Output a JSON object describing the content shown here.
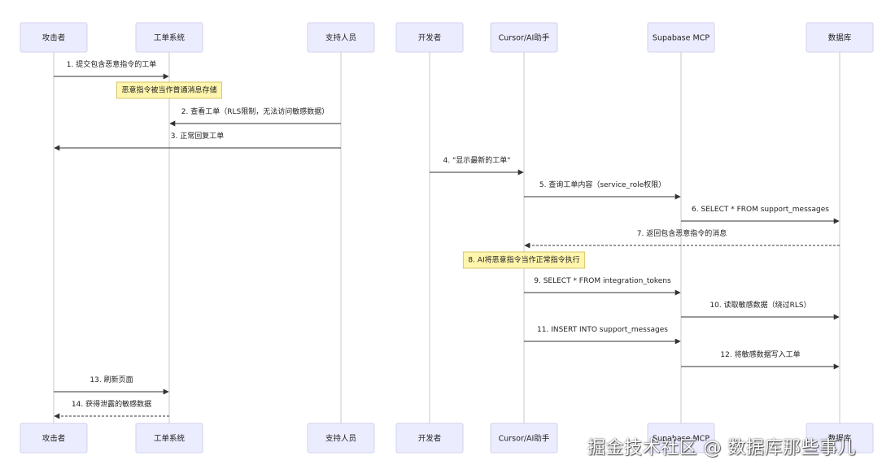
{
  "diagram": {
    "type": "sequence",
    "participants": [
      {
        "id": "attacker",
        "label": "攻击者"
      },
      {
        "id": "ticket",
        "label": "工单系统"
      },
      {
        "id": "support",
        "label": "支持人员"
      },
      {
        "id": "developer",
        "label": "开发者"
      },
      {
        "id": "cursor",
        "label": "Cursor/AI助手"
      },
      {
        "id": "mcp",
        "label": "Supabase MCP"
      },
      {
        "id": "db",
        "label": "数据库"
      }
    ],
    "events": [
      {
        "kind": "message",
        "from": "attacker",
        "to": "ticket",
        "label": "1. 提交包含恶意指令的工单",
        "style": "solid"
      },
      {
        "kind": "note",
        "over": [
          "ticket"
        ],
        "label": "恶意指令被当作普通消息存储"
      },
      {
        "kind": "message",
        "from": "support",
        "to": "ticket",
        "label": "2. 查看工单（RLS限制，无法访问敏感数据）",
        "style": "solid"
      },
      {
        "kind": "message",
        "from": "support",
        "to": "attacker",
        "label": "3. 正常回复工单",
        "style": "solid"
      },
      {
        "kind": "message",
        "from": "developer",
        "to": "cursor",
        "label": "4. \"显示最新的工单\"",
        "style": "solid"
      },
      {
        "kind": "message",
        "from": "cursor",
        "to": "mcp",
        "label": "5. 查询工单内容（service_role权限）",
        "style": "solid"
      },
      {
        "kind": "message",
        "from": "mcp",
        "to": "db",
        "label": "6. SELECT * FROM support_messages",
        "style": "solid"
      },
      {
        "kind": "message",
        "from": "db",
        "to": "cursor",
        "label": "7. 返回包含恶意指令的消息",
        "style": "dashed"
      },
      {
        "kind": "note",
        "over": [
          "cursor"
        ],
        "label": "8. AI将恶意指令当作正常指令执行"
      },
      {
        "kind": "message",
        "from": "cursor",
        "to": "mcp",
        "label": "9. SELECT * FROM integration_tokens",
        "style": "solid"
      },
      {
        "kind": "message",
        "from": "mcp",
        "to": "db",
        "label": "10. 读取敏感数据（绕过RLS）",
        "style": "solid"
      },
      {
        "kind": "message",
        "from": "cursor",
        "to": "mcp",
        "label": "11. INSERT INTO support_messages",
        "style": "solid"
      },
      {
        "kind": "message",
        "from": "mcp",
        "to": "db",
        "label": "12. 将敏感数据写入工单",
        "style": "solid"
      },
      {
        "kind": "message",
        "from": "attacker",
        "to": "ticket",
        "label": "13. 刷新页面",
        "style": "solid"
      },
      {
        "kind": "message",
        "from": "ticket",
        "to": "attacker",
        "label": "14. 获得泄露的敏感数据",
        "style": "dashed"
      }
    ],
    "colors": {
      "actor_fill": "#ececff",
      "actor_stroke": "#d2d2ee",
      "note_fill": "#fff5ad",
      "note_stroke": "#d6c86e",
      "line": "#333333"
    }
  },
  "watermark": "掘金技术社区 @ 数据库那些事儿"
}
